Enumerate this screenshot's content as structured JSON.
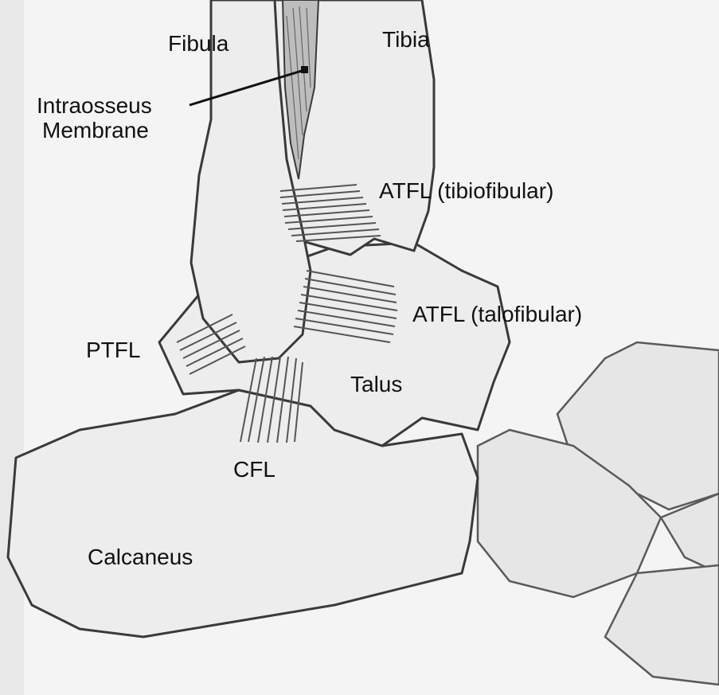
{
  "diagram": {
    "labels": {
      "fibula": "Fibula",
      "tibia": "Tibia",
      "intraosseus_line1": "Intraosseus",
      "intraosseus_line2": "Membrane",
      "atfl_tibiofibular": "ATFL (tibiofibular)",
      "atfl_talofibular": "ATFL (talofibular)",
      "ptfl": "PTFL",
      "talus": "Talus",
      "cfl": "CFL",
      "calcaneus": "Calcaneus"
    }
  }
}
